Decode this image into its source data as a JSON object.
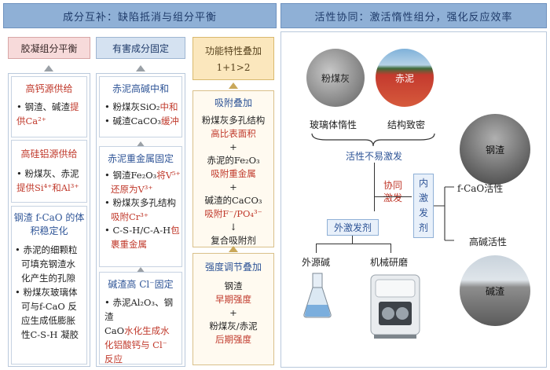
{
  "headers": {
    "left": "成分互补：缺陷抵消与组分平衡",
    "right": "活性协同：激活惰性组分，强化反应效率"
  },
  "col1": {
    "title": "胶凝组分平衡",
    "sec1_title": "高钙源供给",
    "sec1_bullet_a": "• 钢渣、碱渣",
    "sec1_bullet_b": "提",
    "sec1_bullet_c": "供Ca²⁺",
    "sec2_title": "高硅铝源供给",
    "sec2_bullet_a": "• 粉煤灰、赤泥",
    "sec2_bullet_b": "提供Si⁴⁺和Al³⁺",
    "sec3_title_a": "钢渣 f-CaO 的体",
    "sec3_title_b": "积稳定化",
    "sec3_lines": [
      "• 赤泥的细颗粒",
      "可填充钢渣水",
      "化产生的孔隙",
      "• 粉煤灰玻璃体",
      "可与f-CaO 反",
      "应生成低膨胀",
      "性C-S-H 凝胶"
    ]
  },
  "col2": {
    "title": "有害成分固定",
    "sec1_title": "赤泥高碱中和",
    "sec1_line1_a": "• 粉煤灰SiO₂",
    "sec1_line1_b": "中和",
    "sec1_line2_a": "• 碱渣CaCO₃",
    "sec1_line2_b": "缓冲",
    "sec2_title": "赤泥重金属固定",
    "sec2_line1_a": "• 钢渣Fe₂O₃",
    "sec2_line1_b": "将V⁵⁺",
    "sec2_line2": "还原为V³⁺",
    "sec2_line3": "• 粉煤灰多孔结构",
    "sec2_line4": "吸附Cr³⁺",
    "sec2_line5_a": "• C-S-H/C-A-H",
    "sec2_line5_b": "包",
    "sec2_line6": "裹重金属",
    "sec3_title": "碱渣高 Cl⁻固定",
    "sec3_line1": "• 赤泥Al₂O₃、钢渣",
    "sec3_line2_a": "CaO",
    "sec3_line2_b": "水化生成水",
    "sec3_line3": "化铝酸钙与 Cl⁻",
    "sec3_line4": "反应"
  },
  "col3": {
    "title_a": "功能特性叠加",
    "title_b": "1+1>2",
    "sec1_title": "吸附叠加",
    "sec1_l1": "粉煤灰多孔结构",
    "sec1_l2": "高比表面积",
    "sec1_l3": "+",
    "sec1_l4": "赤泥的Fe₂O₃",
    "sec1_l5": "吸附重金属",
    "sec1_l6": "+",
    "sec1_l7": "碱渣的CaCO₃",
    "sec1_l8": "吸附F⁻/PO₄³⁻",
    "sec1_l9": "↓",
    "sec1_l10": "复合吸附剂",
    "sec2_title": "强度调节叠加",
    "sec2_l1": "钢渣",
    "sec2_l2": "早期强度",
    "sec2_l3": "+",
    "sec2_l4": "粉煤灰/赤泥",
    "sec2_l5": "后期强度"
  },
  "right": {
    "flyash": "粉煤灰",
    "redmud": "赤泥",
    "glass_inert": "玻璃体惰性",
    "dense": "结构致密",
    "hard_activate": "活性不易激发",
    "synergy_a": "协同",
    "synergy_b": "激发",
    "internal_a": "内",
    "internal_b": "激",
    "internal_c": "发",
    "internal_d": "剂",
    "steel_slag": "钢渣",
    "fcao": "f-CaO活性",
    "high_alk": "高碱活性",
    "external": "外激发剂",
    "ext_alkali": "外源碱",
    "grinding": "机械研磨",
    "soda_slag": "碱渣"
  }
}
